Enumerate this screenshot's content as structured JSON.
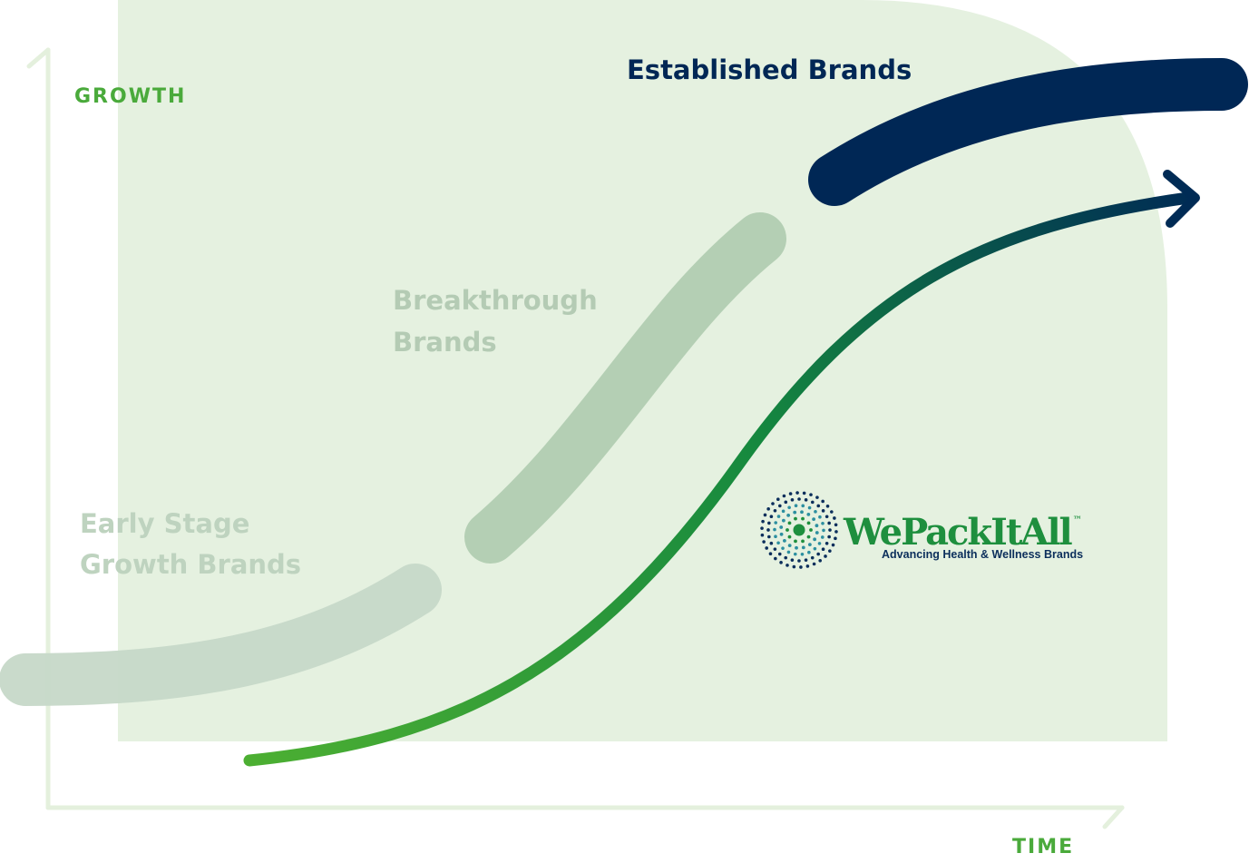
{
  "axes": {
    "y_label": "GROWTH",
    "x_label": "TIME"
  },
  "stages": {
    "early": {
      "line1": "Early Stage",
      "line2": "Growth Brands"
    },
    "breakthrough": {
      "line1": "Breakthrough",
      "line2": "Brands"
    },
    "established": {
      "line1": "Established Brands"
    }
  },
  "logo": {
    "name": "WePackItAll",
    "trademark": "™",
    "tagline": "Advancing Health & Wellness Brands",
    "icon": "concentric-dots-icon"
  },
  "colors": {
    "panel": "#e5f1e0",
    "axis": "#e4f0dd",
    "axis_label": "#4aaa3b",
    "early_stroke": "#c6d8c8",
    "breakthrough_stroke": "#b4cfb4",
    "early_text": "#bed3bf",
    "breakthrough_text": "#b4cbb4",
    "established_stroke": "#002755",
    "established_text": "#002755",
    "arrow_start": "#4caf32",
    "arrow_mid": "#15883f",
    "arrow_end": "#002b55",
    "logo_green": "#1e8f3e",
    "logo_navy": "#0b2e5b",
    "logo_teal": "#2c8fa0"
  }
}
